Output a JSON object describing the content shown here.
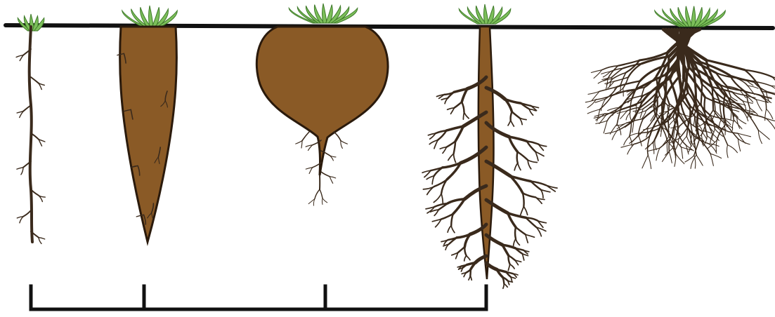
{
  "diagram": {
    "colors": {
      "soil_line": "#111111",
      "root_brown": "#8a5a26",
      "root_outline": "#2a1a0c",
      "fibrous_root": "#3a2a1c",
      "leaf_green": "#7cbf5a",
      "leaf_outline": "#3f7a2a",
      "bracket": "#111111"
    },
    "plants": [
      {
        "id": "taproot-thin",
        "type": "thin-taproot"
      },
      {
        "id": "taproot-carrot",
        "type": "conical-taproot"
      },
      {
        "id": "taproot-beet",
        "type": "napiform-taproot"
      },
      {
        "id": "taproot-branched",
        "type": "branched-taproot"
      },
      {
        "id": "fibrous",
        "type": "fibrous-root"
      }
    ],
    "bracket_groups": [
      "thin-taproot",
      "conical-taproot",
      "napiform-taproot",
      "branched-taproot"
    ]
  }
}
